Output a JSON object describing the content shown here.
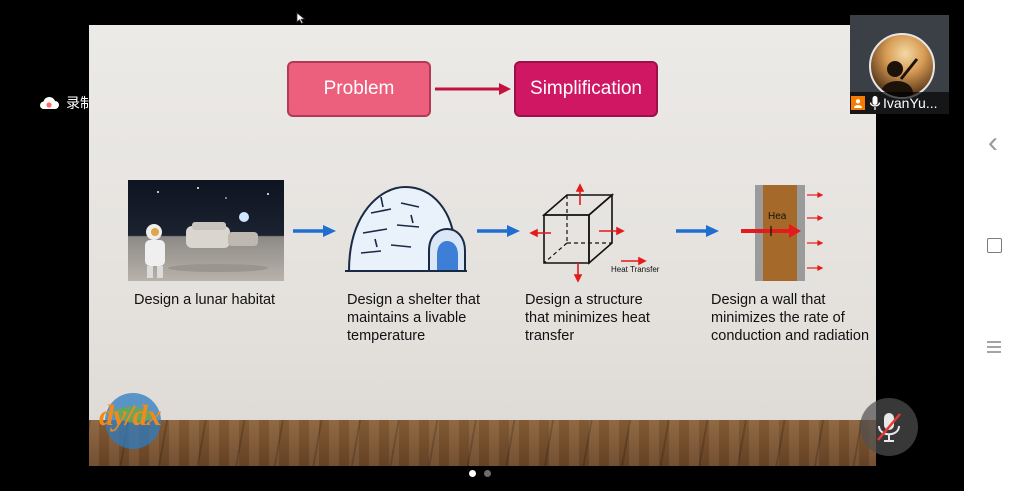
{
  "recording": {
    "label": "录制中"
  },
  "slide": {
    "problem_label": "Problem",
    "simplification_label": "Simplification",
    "captions": [
      {
        "lines": [
          "Design a lunar habitat"
        ]
      },
      {
        "lines": [
          "Design a shelter that",
          "maintains a livable",
          "temperature"
        ]
      },
      {
        "lines": [
          "Design a structure",
          "that minimizes heat",
          "transfer"
        ]
      },
      {
        "lines": [
          "Design a wall that",
          "minimizes the rate of",
          "conduction and radiation"
        ]
      }
    ],
    "cube_label": "Heat Transfer",
    "wall_label": "Hea",
    "logo_text": "dy/dx"
  },
  "participant": {
    "name": "IvanYu..."
  },
  "pagination": {
    "total": 2,
    "active_index": 0
  },
  "nav": {
    "back": "‹"
  },
  "colors": {
    "accent_problem": "#ec5f7d",
    "accent_simplification": "#cf1763",
    "arrow_blue": "#1f6fd1",
    "arrow_red": "#e41b1b"
  }
}
